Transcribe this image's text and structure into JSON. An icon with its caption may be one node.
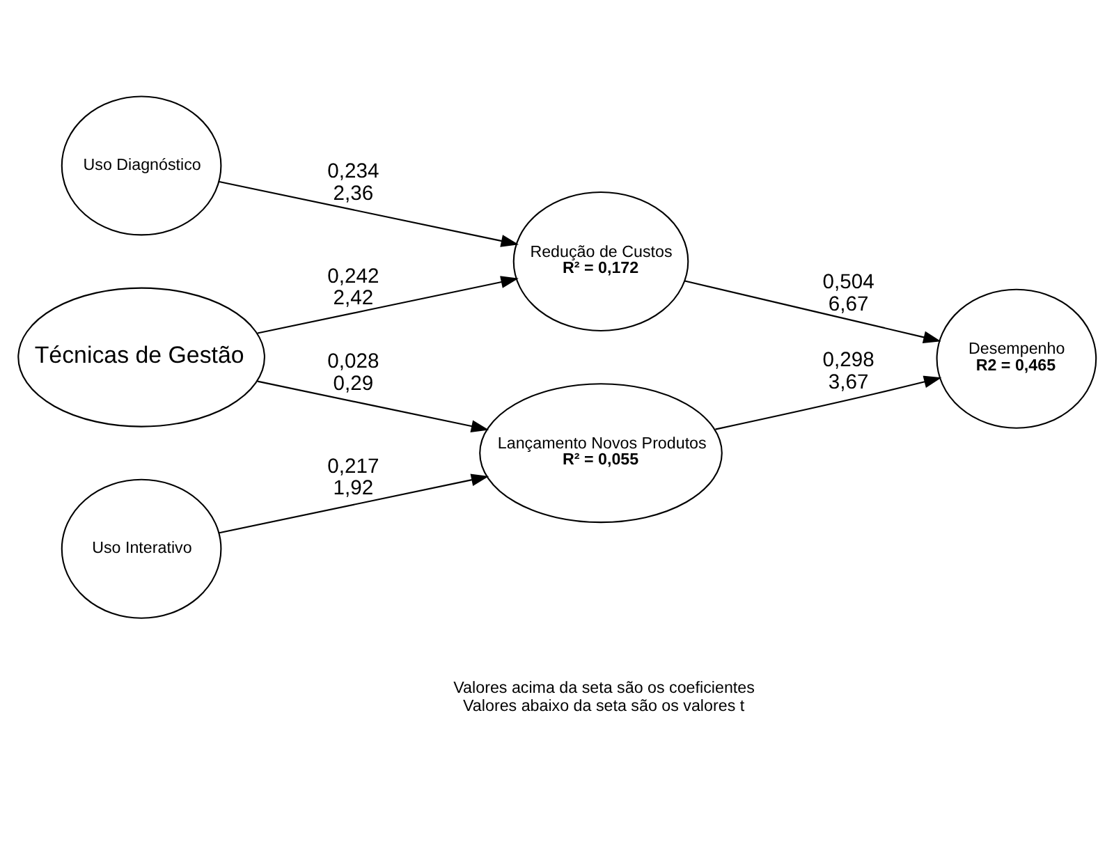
{
  "diagram": {
    "nodes": [
      {
        "text": [
          "Uso Diagnóstico"
        ]
      },
      {
        "text": [
          "Técnicas de Gestão"
        ]
      },
      {
        "text": [
          "Uso Interativo"
        ]
      },
      {
        "text": [
          "Redução de Custos",
          "R² = 0,172"
        ]
      },
      {
        "text": [
          "Lançamento Novos Produtos",
          "R² = 0,055"
        ]
      },
      {
        "text": [
          "Desempenho",
          "R2 = 0,465"
        ]
      }
    ],
    "edges": [
      {
        "from": 0,
        "to": 3,
        "arrow": "to",
        "label": "0,234 2,36"
      },
      {
        "from": 1,
        "to": 3,
        "arrow": "to",
        "label": "0,242 2,42"
      },
      {
        "from": 1,
        "to": 4,
        "arrow": "to",
        "label": "0,028 0,29"
      },
      {
        "from": 2,
        "to": 4,
        "arrow": "to",
        "label": "0,217 1,92"
      },
      {
        "from": 3,
        "to": 5,
        "arrow": "to",
        "label": "0,504 6,67"
      },
      {
        "from": 4,
        "to": 5,
        "arrow": "to",
        "label": "0,298 3,67"
      }
    ],
    "labels": [
      "Valores acima da seta são os coeficientes",
      "Valores abaixo da seta são os valores t"
    ]
  }
}
